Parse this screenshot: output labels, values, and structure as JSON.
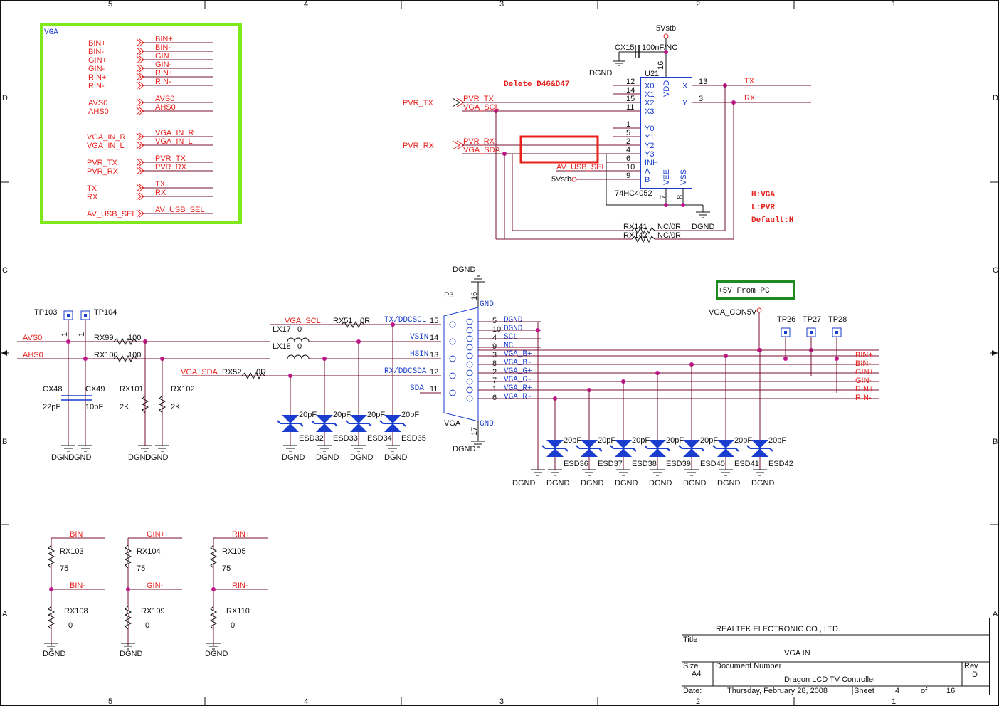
{
  "frame": {
    "top_cols": [
      "5",
      "4",
      "3",
      "2",
      "1"
    ],
    "bottom_cols": [
      "5",
      "4",
      "3",
      "2",
      "1"
    ],
    "left_rows": [
      "D",
      "C",
      "B",
      "A"
    ],
    "right_rows": [
      "D",
      "C",
      "B",
      "A"
    ]
  },
  "connector_box": {
    "title": "VGA",
    "left_labels": [
      "BIN+",
      "BIN-",
      "GIN+",
      "GIN-",
      "RIN+",
      "RIN-",
      "AVS0",
      "AHS0",
      "VGA_IN_R",
      "VGA_IN_L",
      "PVR_TX",
      "PVR_RX",
      "TX",
      "RX",
      "AV_USB_SEL"
    ],
    "right_labels": [
      "BIN+",
      "BIN-",
      "GIN+",
      "GIN-",
      "RIN+",
      "RIN-",
      "AVS0",
      "AHS0",
      "VGA_IN_R",
      "VGA_IN_L",
      "PVR_TX",
      "PVR_RX",
      "TX",
      "RX",
      "AV_USB_SEL"
    ]
  },
  "mux": {
    "supply": "5Vstb",
    "cap_ref": "CX15",
    "cap_val": "100nF/NC",
    "cap_gnd": "DGND",
    "ref": "U21",
    "part": "74HC4052",
    "note": "Delete D46&D47",
    "pins_left": [
      {
        "num": "12",
        "name": "X0"
      },
      {
        "num": "14",
        "name": "X1"
      },
      {
        "num": "15",
        "name": "X2"
      },
      {
        "num": "11",
        "name": "X3"
      },
      {
        "num": "1",
        "name": "Y0"
      },
      {
        "num": "5",
        "name": "Y1"
      },
      {
        "num": "2",
        "name": "Y2"
      },
      {
        "num": "4",
        "name": "Y3"
      },
      {
        "num": "6",
        "name": "INH"
      },
      {
        "num": "10",
        "name": "A"
      },
      {
        "num": "9",
        "name": "B"
      }
    ],
    "pin_vdd": "VDD",
    "pin_vdd_num": "16",
    "pin_vee": "VEE",
    "pin_vee_num": "7",
    "pin_vss": "VSS",
    "pin_vss_num": "8",
    "out_x": {
      "name": "X",
      "num": "13",
      "net": "TX"
    },
    "out_y": {
      "name": "Y",
      "num": "3",
      "net": "RX"
    },
    "in_tx_port": "PVR_TX",
    "in_tx_net1": "PVR_TX",
    "in_tx_net2": "VGA_SCL",
    "in_rx_port": "PVR_RX",
    "in_rx_net1": "PVR_RX",
    "in_rx_net2": "VGA_SDA",
    "sel_net": "AV_USB_SEL",
    "sel_supply": "5Vstb",
    "gnd": "DGND",
    "logic_note": [
      "H:VGA",
      "L:PVR",
      "Default:H"
    ],
    "r141_ref": "RX141",
    "r141_val": "NC/0R",
    "r142_ref": "RX142",
    "r142_val": "NC/0R"
  },
  "sync": {
    "tp103": "TP103",
    "tp104": "TP104",
    "avs_port": "AVS0",
    "ahs_port": "AHS0",
    "rx99": "RX99",
    "rx99_val": "100",
    "rx100": "RX100",
    "rx100_val": "100",
    "cx48": "CX48",
    "cx48_val": "22pF",
    "cx49": "CX49",
    "cx49_val": "10pF",
    "rx101": "RX101",
    "rx101_val": "2K",
    "rx102": "RX102",
    "rx102_val": "2K",
    "gnd": "DGND",
    "pin1": "1",
    "vga_scl": "VGA_SCL",
    "vga_sda": "VGA_SDA",
    "lx17": "LX17",
    "lx17_val": "0",
    "lx18": "LX18",
    "lx18_val": "0",
    "rx51": "RX51",
    "rx51_val": "0R",
    "rx52": "RX52",
    "rx52_val": "0R"
  },
  "esd_left": {
    "cap": "20pF",
    "refs": [
      "ESD32",
      "ESD33",
      "ESD34",
      "ESD35"
    ],
    "gnd": "DGND"
  },
  "dsub": {
    "ref": "P3",
    "name": "VGA",
    "gnd_top": "DGND",
    "gnd_bot": "DGND",
    "pin16": "16",
    "pin17": "17",
    "gnd_tag": "GND",
    "left_pins": [
      {
        "num": "15",
        "sig": "TX/DDCSCL"
      },
      {
        "num": "14",
        "sig": "VSIN"
      },
      {
        "num": "13",
        "sig": "HSIN"
      },
      {
        "num": "12",
        "sig": "RX/DDCSDA"
      },
      {
        "num": "11",
        "sig": "SDA"
      }
    ],
    "right_pins": [
      {
        "num": "5",
        "sig": "DGND"
      },
      {
        "num": "10",
        "sig": "DGND"
      },
      {
        "num": "4",
        "sig": "SCL"
      },
      {
        "num": "9",
        "sig": "NC"
      },
      {
        "num": "3",
        "sig": "VGA_B+"
      },
      {
        "num": "8",
        "sig": "VGA_B-"
      },
      {
        "num": "2",
        "sig": "VGA_G+"
      },
      {
        "num": "7",
        "sig": "VGA_G-"
      },
      {
        "num": "1",
        "sig": "VGA_R+"
      },
      {
        "num": "6",
        "sig": "VGA_R-"
      }
    ]
  },
  "power": {
    "note": "+5V From PC",
    "net": "VGA_CON5V",
    "tps": [
      "TP26",
      "TP27",
      "TP28"
    ]
  },
  "rgb_out": [
    "BIN+",
    "BIN-",
    "GIN+",
    "GIN-",
    "RIN+",
    "RIN-"
  ],
  "esd_right": {
    "cap": "20pF",
    "refs": [
      "ESD36",
      "ESD37",
      "ESD38",
      "ESD39",
      "ESD40",
      "ESD41",
      "ESD42"
    ],
    "gnd": "DGND"
  },
  "terminators": [
    {
      "pos": "BIN+",
      "neg": "BIN-",
      "r1": "RX103",
      "v1": "75",
      "r2": "RX108",
      "v2": "0",
      "gnd": "DGND"
    },
    {
      "pos": "GIN+",
      "neg": "GIN-",
      "r1": "RX104",
      "v1": "75",
      "r2": "RX109",
      "v2": "0",
      "gnd": "DGND"
    },
    {
      "pos": "RIN+",
      "neg": "RIN-",
      "r1": "RX105",
      "v1": "75",
      "r2": "RX110",
      "v2": "0",
      "gnd": "DGND"
    }
  ],
  "title_block": {
    "company": "REALTEK  ELECTRONIC  CO.,  LTD.",
    "title_label": "Title",
    "title": "VGA IN",
    "size_label": "Size",
    "size": "A4",
    "docnum_label": "Document Number",
    "docnum": "Dragon LCD TV Controller",
    "rev_label": "Rev",
    "rev": "D",
    "date_label": "Date:",
    "date": "Thursday, February 28, 2008",
    "sheet_label": "Sheet",
    "sheet": "4",
    "of_label": "of",
    "total": "16"
  }
}
